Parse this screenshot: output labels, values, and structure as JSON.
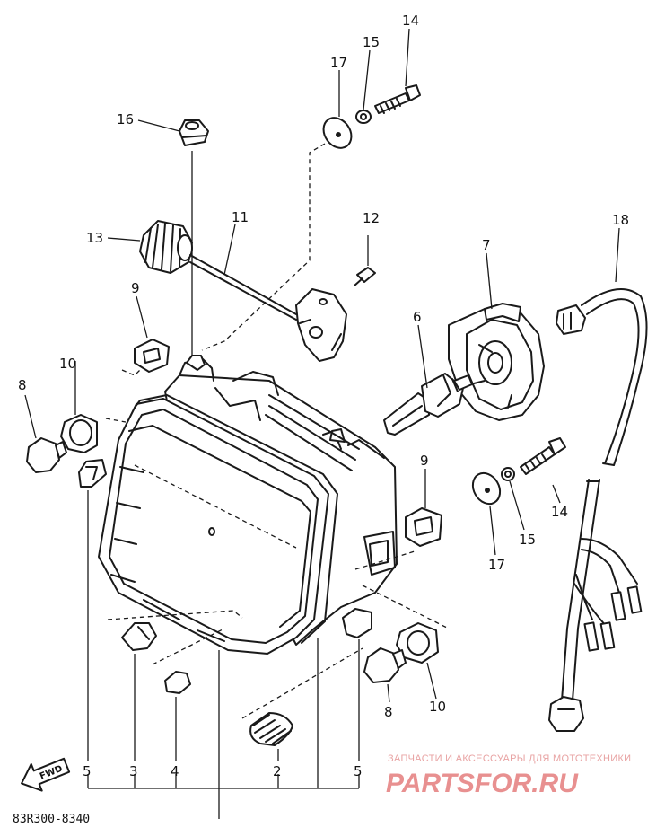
{
  "diagram": {
    "callouts": [
      {
        "id": "c14a",
        "label": "14"
      },
      {
        "id": "c15a",
        "label": "15"
      },
      {
        "id": "c17a",
        "label": "17"
      },
      {
        "id": "c16",
        "label": "16"
      },
      {
        "id": "c13",
        "label": "13"
      },
      {
        "id": "c11",
        "label": "11"
      },
      {
        "id": "c12",
        "label": "12"
      },
      {
        "id": "c18",
        "label": "18"
      },
      {
        "id": "c7",
        "label": "7"
      },
      {
        "id": "c6",
        "label": "6"
      },
      {
        "id": "c9a",
        "label": "9"
      },
      {
        "id": "c10a",
        "label": "10"
      },
      {
        "id": "c8a",
        "label": "8"
      },
      {
        "id": "c9b",
        "label": "9"
      },
      {
        "id": "c14b",
        "label": "14"
      },
      {
        "id": "c15b",
        "label": "15"
      },
      {
        "id": "c17b",
        "label": "17"
      },
      {
        "id": "c10b",
        "label": "10"
      },
      {
        "id": "c8b",
        "label": "8"
      },
      {
        "id": "c5a",
        "label": "5"
      },
      {
        "id": "c3",
        "label": "3"
      },
      {
        "id": "c4",
        "label": "4"
      },
      {
        "id": "c2",
        "label": "2"
      },
      {
        "id": "c5b",
        "label": "5"
      }
    ],
    "fwd_arrow_label": "FWD",
    "drawing_code": "83R300-8340"
  },
  "watermark": {
    "tagline": "ЗАПЧАСТИ И АКСЕССУАРЫ ДЛЯ МОТОТЕХНИКИ",
    "logo_text": "PARTSFOR.RU",
    "color": "#e89090"
  }
}
